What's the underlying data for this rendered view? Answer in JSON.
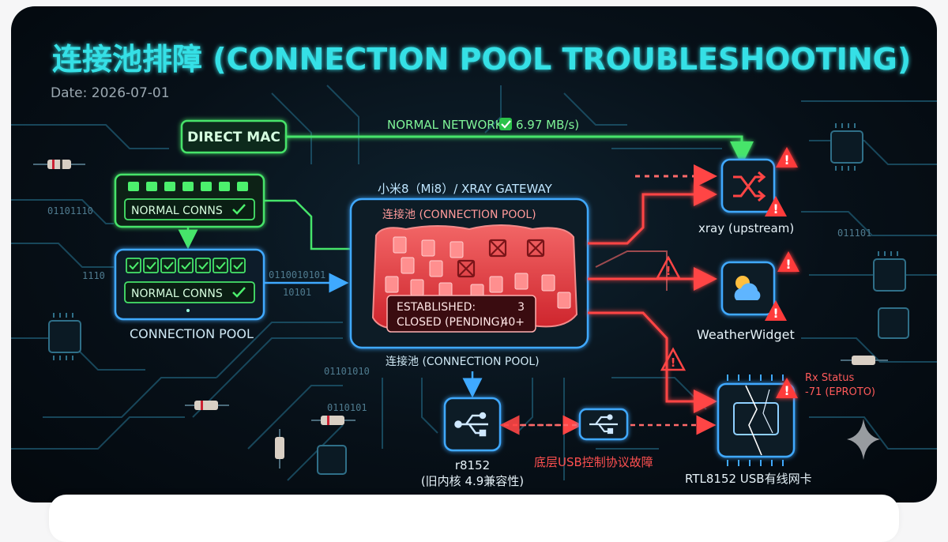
{
  "title": "连接池排障 (CONNECTION POOL TROUBLESHOOTING)",
  "date": "Date: 2026-07-01",
  "direct_mac": "DIRECT MAC",
  "normal_network": "NORMAL NETWORK (",
  "normal_network_speed": "6.97 MB/s)",
  "left_pool": {
    "normal_conns_top": "NORMAL CONNS",
    "normal_conns_bottom": "NORMAL CONNS",
    "label": "CONNECTION POOL"
  },
  "gateway": {
    "title": "小米8（Mi8）/ XRAY GATEWAY",
    "pool_top": "连接池 (CONNECTION POOL)",
    "pool_bottom": "连接池 (CONNECTION POOL)",
    "established_label": "ESTABLISHED:",
    "established_value": "3",
    "closed_label": "CLOSED (PENDING):",
    "closed_value": "40+"
  },
  "xray": {
    "label": "xray (upstream)"
  },
  "weather": {
    "label": "WeatherWidget"
  },
  "r8152": {
    "line1": "r8152",
    "line2": "(旧内核 4.9兼容性)"
  },
  "usb_fault": "底层USB控制协议故障",
  "rtl": {
    "label": "RTL8152 USB有线网卡",
    "rx_status": "Rx Status",
    "rx_code": "-71 (EPROTO)"
  },
  "binary": {
    "b1": "01101110",
    "b2": "1110",
    "b3": "0110010101",
    "b4": "10101",
    "b5": "01101010",
    "b6": "0110101",
    "b7": "011101"
  },
  "colors": {
    "title": "#35e0e6",
    "green": "#46e46a",
    "blue": "#3fa9ff",
    "red": "#ff4040",
    "pink": "#ff7a7a"
  }
}
